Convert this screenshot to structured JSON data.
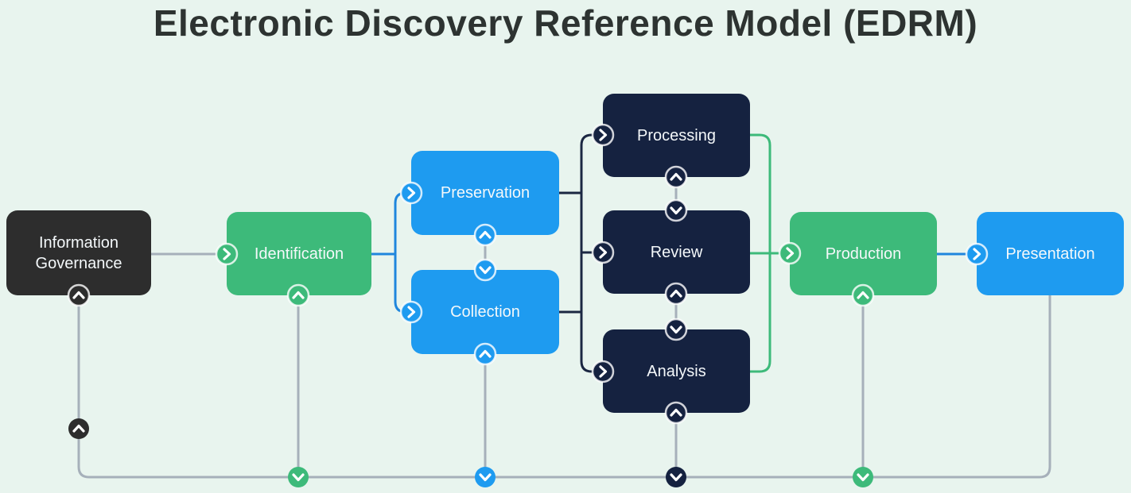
{
  "title": "Electronic Discovery Reference Model (EDRM)",
  "colors": {
    "background": "#e8f4ee",
    "title_text": "#2d3331",
    "box_text": "#f4f8fa",
    "dark": "#2d2d2d",
    "green": "#3dba7a",
    "blue": "#1e9bf0",
    "navy": "#152240",
    "gray_line": "#a6b0ba",
    "blue_line": "#1f86dd",
    "green_line": "#3dba7a",
    "navy_line": "#1b2742",
    "icon_glyph": "#ffffff",
    "icon_ring": "rgba(255,255,255,0.8)"
  },
  "boxes": [
    {
      "id": "information-governance",
      "label": "Information Governance",
      "color": "dark"
    },
    {
      "id": "identification",
      "label": "Identification",
      "color": "green"
    },
    {
      "id": "preservation",
      "label": "Preservation",
      "color": "blue"
    },
    {
      "id": "collection",
      "label": "Collection",
      "color": "blue"
    },
    {
      "id": "processing",
      "label": "Processing",
      "color": "navy"
    },
    {
      "id": "review",
      "label": "Review",
      "color": "navy"
    },
    {
      "id": "analysis",
      "label": "Analysis",
      "color": "navy"
    },
    {
      "id": "production",
      "label": "Production",
      "color": "green"
    },
    {
      "id": "presentation",
      "label": "Presentation",
      "color": "blue"
    }
  ],
  "icons": [
    {
      "id": "ig-bottom",
      "name": "chevron-up-icon",
      "color": "dark",
      "ring": true
    },
    {
      "id": "identification-left",
      "name": "chevron-right-icon",
      "color": "green",
      "ring": true
    },
    {
      "id": "identification-bottom",
      "name": "chevron-up-icon",
      "color": "green",
      "ring": true
    },
    {
      "id": "preservation-left",
      "name": "chevron-right-icon",
      "color": "blue",
      "ring": true
    },
    {
      "id": "preservation-bottom",
      "name": "chevron-up-icon",
      "color": "blue",
      "ring": true
    },
    {
      "id": "collection-top",
      "name": "chevron-down-icon",
      "color": "blue",
      "ring": true
    },
    {
      "id": "collection-left",
      "name": "chevron-right-icon",
      "color": "blue",
      "ring": true
    },
    {
      "id": "collection-bottom",
      "name": "chevron-up-icon",
      "color": "blue",
      "ring": true
    },
    {
      "id": "processing-left",
      "name": "chevron-right-icon",
      "color": "navy",
      "ring": true
    },
    {
      "id": "processing-bottom",
      "name": "chevron-up-icon",
      "color": "navy",
      "ring": true
    },
    {
      "id": "review-top",
      "name": "chevron-down-icon",
      "color": "navy",
      "ring": true
    },
    {
      "id": "review-left",
      "name": "chevron-right-icon",
      "color": "navy",
      "ring": true
    },
    {
      "id": "review-bottom",
      "name": "chevron-up-icon",
      "color": "navy",
      "ring": true
    },
    {
      "id": "analysis-top",
      "name": "chevron-down-icon",
      "color": "navy",
      "ring": true
    },
    {
      "id": "analysis-left",
      "name": "chevron-right-icon",
      "color": "navy",
      "ring": true
    },
    {
      "id": "analysis-bottom",
      "name": "chevron-up-icon",
      "color": "navy",
      "ring": true
    },
    {
      "id": "production-left",
      "name": "chevron-right-icon",
      "color": "green",
      "ring": true
    },
    {
      "id": "production-bottom",
      "name": "chevron-up-icon",
      "color": "green",
      "ring": true
    },
    {
      "id": "presentation-left",
      "name": "chevron-right-icon",
      "color": "blue",
      "ring": true
    },
    {
      "id": "feedback-left",
      "name": "chevron-up-icon",
      "color": "dark",
      "ring": false
    },
    {
      "id": "feedback-identification",
      "name": "chevron-down-icon",
      "color": "green",
      "ring": false
    },
    {
      "id": "feedback-collection",
      "name": "chevron-down-icon",
      "color": "blue",
      "ring": false
    },
    {
      "id": "feedback-analysis",
      "name": "chevron-down-icon",
      "color": "navy",
      "ring": false
    },
    {
      "id": "feedback-production",
      "name": "chevron-down-icon",
      "color": "green",
      "ring": false
    }
  ]
}
